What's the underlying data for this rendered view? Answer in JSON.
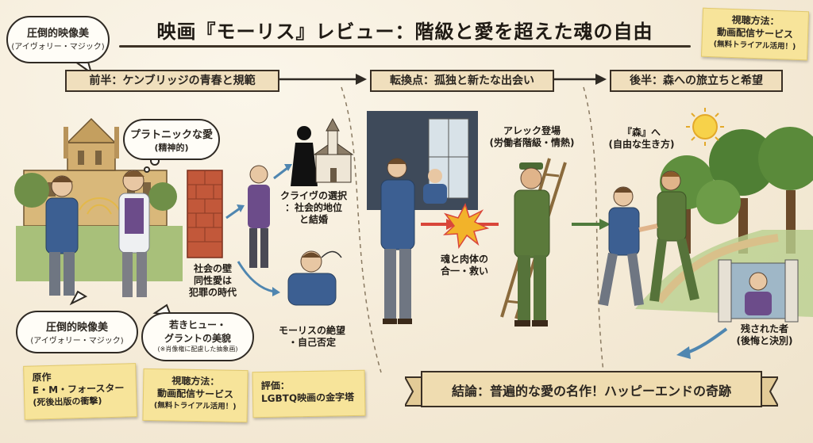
{
  "title": "映画『モーリス』レビュー：階級と愛を超えた魂の自由",
  "top_left_bubble": {
    "line1": "圧倒的映像美",
    "line2": "(アイヴォリー・マジック)"
  },
  "top_right_note": {
    "line1": "視聴方法：",
    "line2": "動画配信サービス",
    "line3": "(無料トライアル活用！)"
  },
  "timeline": {
    "part1": "前半：ケンブリッジの青春と規範",
    "part2": "転換点：孤独と新たな出会い",
    "part3": "後半：森への旅立ちと希望"
  },
  "thought_bubble": {
    "line1": "プラトニックな愛",
    "line2": "(精神的)"
  },
  "clive_choice": {
    "line1": "クライヴの選択",
    "line2": "：社会的地位",
    "line3": "と結婚"
  },
  "social_wall": {
    "line1": "社会の壁",
    "line2": "同性愛は",
    "line3": "犯罪の時代"
  },
  "despair": {
    "line1": "モーリスの絶望",
    "line2": "・自己否定"
  },
  "alec": {
    "line1": "アレック登場",
    "line2": "(労働者階級・情熱)"
  },
  "union": {
    "line1": "魂と肉体の",
    "line2": "合一・救い"
  },
  "forest": {
    "line1": "『森』へ",
    "line2": "(自由な生き方)"
  },
  "left_behind": {
    "line1": "残された者",
    "line2": "(後悔と決別)"
  },
  "bottom_bubble1": {
    "line1": "圧倒的映像美",
    "line2": "(アイヴォリー・マジック)"
  },
  "bottom_bubble2": {
    "line1": "若きヒュー・",
    "line2": "グラントの美貌",
    "line3": "(※肖像権に配慮した抽象画)"
  },
  "note_original": {
    "line1": "原作",
    "line2": "E・M・フォースター",
    "line3": "(死後出版の衝撃)"
  },
  "note_watch": {
    "line1": "視聴方法：",
    "line2": "動画配信サービス",
    "line3": "(無料トライアル活用！)"
  },
  "note_rating": {
    "line1": "評価：",
    "line2": "LGBTQ映画の金字塔"
  },
  "conclusion": "結論：普遍的な愛の名作！ハッピーエンドの奇跡",
  "colors": {
    "banner": "#f0dfbd",
    "sticky": "#f7e49a",
    "ink": "#2f2a24",
    "arrow_red": "#d9463a",
    "arrow_green": "#4f7a3c",
    "arrow_blue": "#4f86b0"
  }
}
